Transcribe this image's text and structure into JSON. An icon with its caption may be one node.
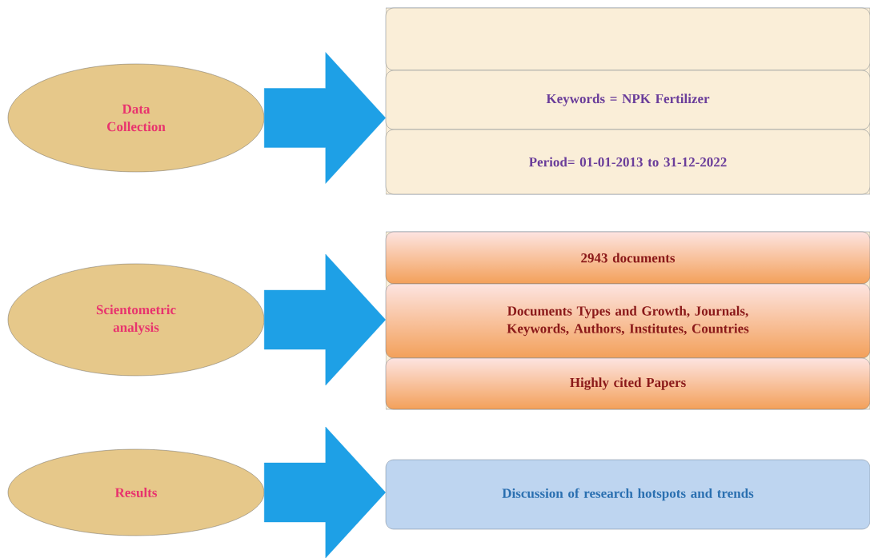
{
  "diagram": {
    "nodes": [
      {
        "text": [
          "Data Collection"
        ]
      },
      {
        "text": [],
        "shape": "box"
      },
      {
        "text": [],
        "shape": "box",
        "in": 1
      },
      {
        "text": [
          "Keywords = NPK Fertilizer"
        ],
        "in": 1
      },
      {
        "text": [
          "Period= 01-01-2013 to 31-12-2022"
        ],
        "in": 1
      },
      {
        "text": [
          "Scientometric analysis"
        ]
      },
      {
        "text": [],
        "shape": "box"
      },
      {
        "text": [
          "2943 documents"
        ],
        "in": 6
      },
      {
        "text": [
          "Documents Types and Growth, Journals, Keywords, Authors, Institutes, Countries"
        ],
        "in": 6
      },
      {
        "text": [
          "Highly cited Papers"
        ],
        "in": 6
      },
      {
        "text": [
          "Results"
        ]
      },
      {
        "text": [
          "Discussion of research hotspots and trends"
        ]
      }
    ],
    "edges": [
      {
        "from": 0,
        "to": 1,
        "arrow": "to"
      },
      {
        "from": 5,
        "to": 6,
        "arrow": "to"
      },
      {
        "from": 10,
        "to": 11,
        "arrow": "to"
      }
    ]
  }
}
